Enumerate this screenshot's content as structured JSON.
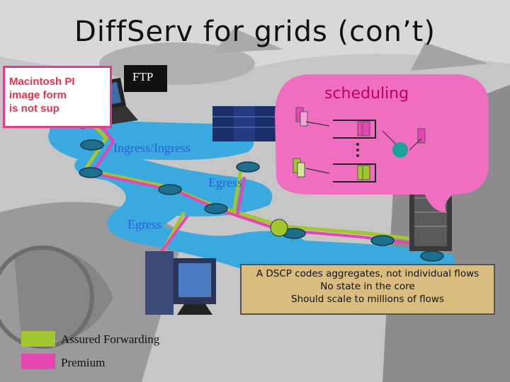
{
  "title": "DiffServ for grids (con’t)",
  "ftp_label": "FTP",
  "missing_image": [
    "Macintosh PI",
    "image form",
    "is not sup"
  ],
  "labels": {
    "ingress": "Ingress/Ingress",
    "egress_upper": "Egress",
    "egress_lower": "Egress"
  },
  "callout": "scheduling",
  "notes": [
    "A DSCP codes aggregates, not individual flows",
    "No state in the core",
    "Should scale to millions of flows"
  ],
  "legend": [
    {
      "label": "Assured Forwarding",
      "color": "#a3c62e"
    },
    {
      "label": "Premium",
      "color": "#e646b4"
    }
  ],
  "colors": {
    "assured_forwarding": "#a3c62e",
    "premium": "#e646b4",
    "network_cloud": "#39a9e0",
    "callout": "#f06ec0"
  },
  "icons": [
    "laptop-icon",
    "server-rack-icon",
    "desktop-computer-icon",
    "supercomputer-icon",
    "router-icon"
  ]
}
